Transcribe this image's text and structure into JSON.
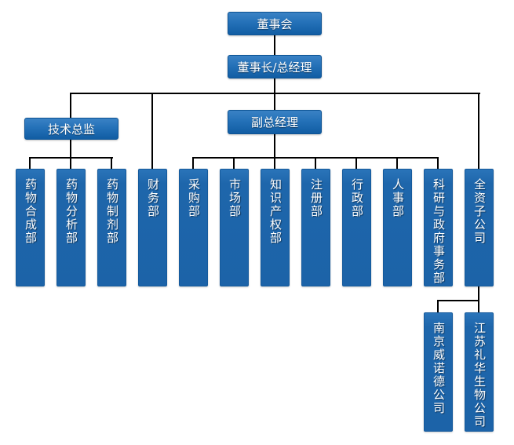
{
  "colors": {
    "box_gradient_top": "#3a82c5",
    "box_gradient_bottom": "#115da3",
    "box_border": "#0d5394",
    "column_blue": "#1e66ab",
    "connector_line": "#000000",
    "text": "#ffffff",
    "background": "#ffffff"
  },
  "org_chart": {
    "type": "organization-chart",
    "board": {
      "label": "董事会"
    },
    "chairman_gm": {
      "label": "董事长/总经理",
      "parent": "董事会"
    },
    "tech_director": {
      "label": "技术总监",
      "parent": "董事长/总经理"
    },
    "deputy_gm": {
      "label": "副总经理",
      "parent": "董事长/总经理"
    },
    "departments": [
      {
        "label": "药物合成部",
        "parent": "技术总监"
      },
      {
        "label": "药物分析部",
        "parent": "技术总监"
      },
      {
        "label": "药物制剂部",
        "parent": "技术总监"
      },
      {
        "label": "财务部",
        "parent": "董事长/总经理"
      },
      {
        "label": "采购部",
        "parent": "副总经理"
      },
      {
        "label": "市场部",
        "parent": "副总经理"
      },
      {
        "label": "知识产权部",
        "parent": "副总经理"
      },
      {
        "label": "注册部",
        "parent": "副总经理"
      },
      {
        "label": "行政部",
        "parent": "副总经理"
      },
      {
        "label": "人事部",
        "parent": "副总经理"
      },
      {
        "label": "科研与政府事务部",
        "parent": "副总经理"
      },
      {
        "label": "全资子公司",
        "parent": "董事长/总经理"
      }
    ],
    "subsidiaries": [
      {
        "label": "南京威诺德公司",
        "parent": "全资子公司"
      },
      {
        "label": "江苏礼华生物公司",
        "parent": "全资子公司"
      }
    ]
  }
}
